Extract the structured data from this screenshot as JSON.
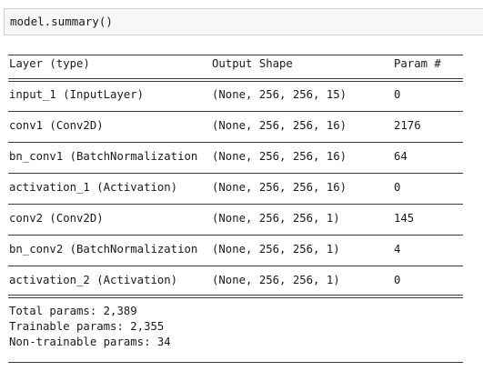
{
  "input_cell": {
    "code": "model.summary()"
  },
  "summary": {
    "headers": {
      "layer": "Layer (type)",
      "shape": "Output Shape",
      "param": "Param #"
    },
    "rows": [
      {
        "layer": "input_1 (InputLayer)",
        "shape": "(None, 256, 256, 15)",
        "param": "0"
      },
      {
        "layer": "conv1 (Conv2D)",
        "shape": "(None, 256, 256, 16)",
        "param": "2176"
      },
      {
        "layer": "bn_conv1 (BatchNormalization",
        "shape": "(None, 256, 256, 16)",
        "param": "64"
      },
      {
        "layer": "activation_1 (Activation)",
        "shape": "(None, 256, 256, 16)",
        "param": "0"
      },
      {
        "layer": "conv2 (Conv2D)",
        "shape": "(None, 256, 256, 1)",
        "param": "145"
      },
      {
        "layer": "bn_conv2 (BatchNormalization",
        "shape": "(None, 256, 256, 1)",
        "param": "4"
      },
      {
        "layer": "activation_2 (Activation)",
        "shape": "(None, 256, 256, 1)",
        "param": "0"
      }
    ],
    "totals": {
      "total": "Total params: 2,389",
      "trainable": "Trainable params: 2,355",
      "non_trainable": "Non-trainable params: 34"
    }
  }
}
